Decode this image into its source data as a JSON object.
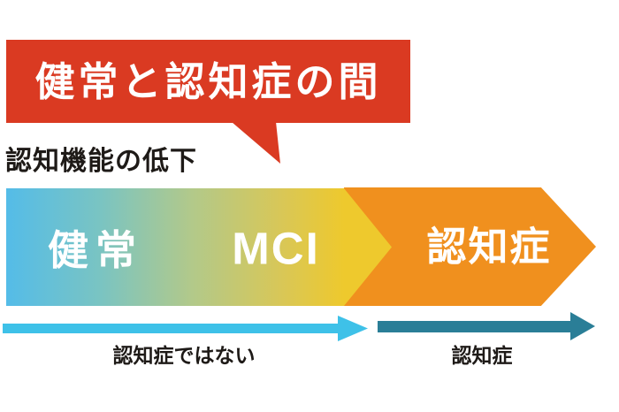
{
  "bubble": {
    "label": "健常と認知症の間"
  },
  "header": {
    "label": "認知機能の低下"
  },
  "spectrum": {
    "stages": [
      {
        "id": "healthy",
        "label": "健常"
      },
      {
        "id": "mci",
        "label": "MCI"
      },
      {
        "id": "dementia",
        "label": "認知症"
      }
    ]
  },
  "timeline": {
    "not_dementia_label": "認知症ではない",
    "dementia_label": "認知症"
  },
  "colors": {
    "red": "#da3a22",
    "grad-start": "#54bce8",
    "grad-mid": "#b2c98a",
    "grad-end": "#eec92d",
    "orange": "#f0901e",
    "cyan": "#3ec1e8",
    "teal": "#2a7e97"
  }
}
